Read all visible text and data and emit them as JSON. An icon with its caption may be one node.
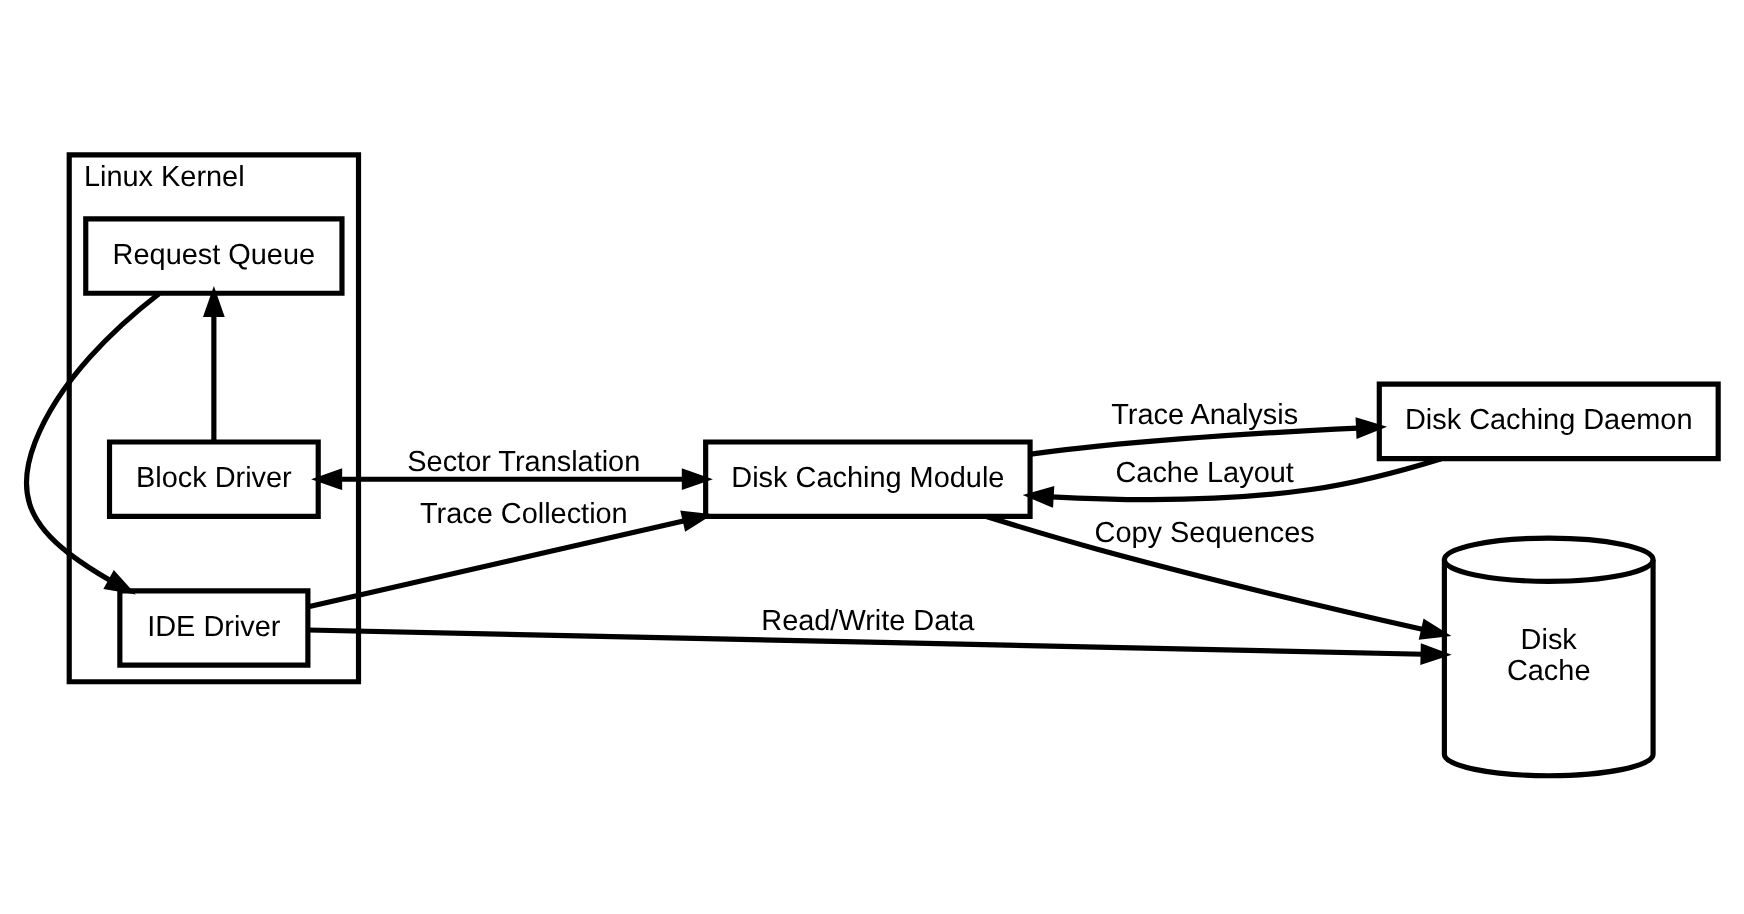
{
  "diagram": {
    "nodes": [
      {
        "text": [
          "Linux Kernel"
        ]
      },
      {
        "text": [
          "Block Driver"
        ],
        "in": 0
      },
      {
        "text": [
          "Request Queue"
        ],
        "in": 0
      },
      {
        "text": [
          "IDE Driver"
        ],
        "in": 0
      },
      {
        "text": [
          "Disk Caching Module"
        ]
      },
      {
        "text": [
          "Disk Caching Daemon"
        ]
      },
      {
        "text": [
          "Disk",
          "Cache"
        ]
      }
    ],
    "edges": [
      {
        "from": 1,
        "to": 2,
        "arrow": "to"
      },
      {
        "from": 2,
        "to": 3,
        "arrow": "to"
      },
      {
        "from": 1,
        "to": 4,
        "arrow": "both",
        "label": "Sector Translation"
      },
      {
        "from": 4,
        "to": 5,
        "arrow": "to",
        "label": "Trace Analysis"
      },
      {
        "from": 5,
        "to": 4,
        "arrow": "to",
        "label": "Cache Layout"
      },
      {
        "from": 3,
        "to": 4,
        "arrow": "to",
        "label": "Trace Collection"
      },
      {
        "from": 4,
        "to": 6,
        "arrow": "to",
        "label": "Copy Sequences"
      },
      {
        "from": 3,
        "to": 6,
        "arrow": "to",
        "label": "Read/Write Data"
      }
    ]
  }
}
